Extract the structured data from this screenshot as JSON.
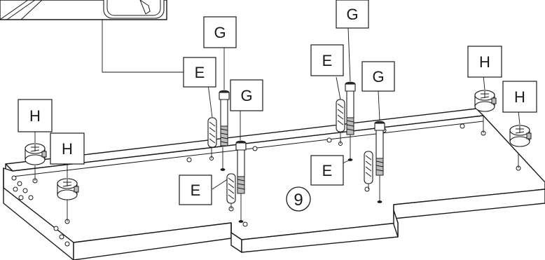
{
  "step_number": "9",
  "labels": {
    "dowel": "E",
    "cam_bolt": "G",
    "cam_lock": "H"
  }
}
